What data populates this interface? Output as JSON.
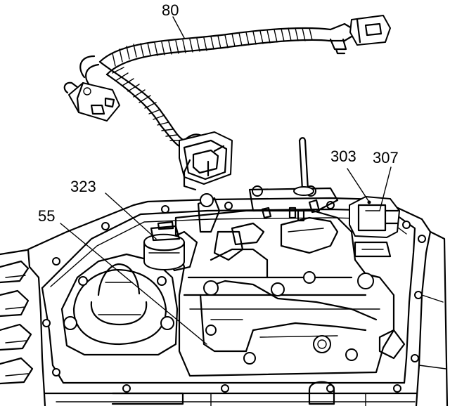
{
  "callouts": {
    "wiring_harness": "80",
    "component_303": "303",
    "component_307": "307",
    "component_323": "323",
    "component_55": "55"
  }
}
